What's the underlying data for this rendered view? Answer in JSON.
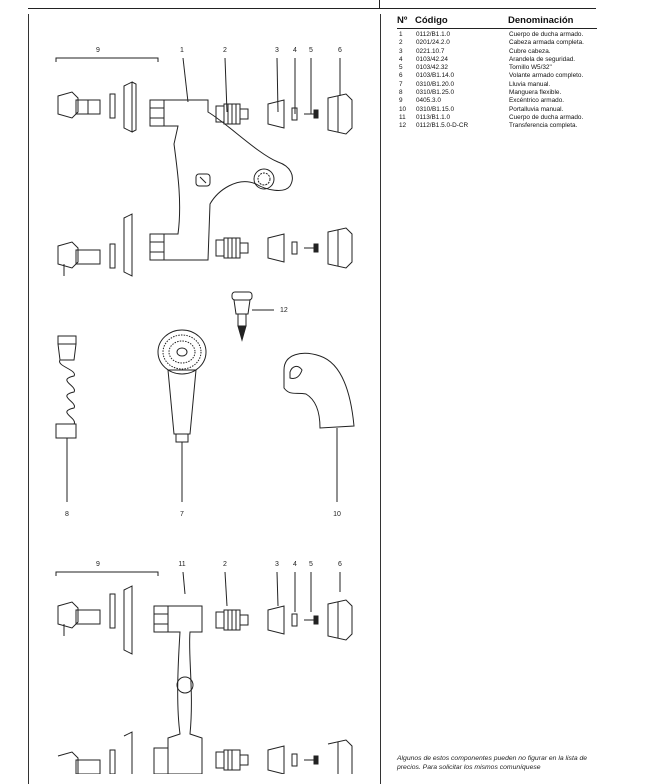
{
  "table": {
    "headers": {
      "num": "Nº",
      "code": "Código",
      "name": "Denominación"
    },
    "rows": [
      {
        "num": "1",
        "code": "0112/B1.1.0",
        "name": "Cuerpo de ducha armado."
      },
      {
        "num": "2",
        "code": "0201/24.2.0",
        "name": "Cabeza armada completa."
      },
      {
        "num": "3",
        "code": "0221.10.7",
        "name": "Cubre cabeza."
      },
      {
        "num": "4",
        "code": "0103/42.24",
        "name": "Arandela de seguridad."
      },
      {
        "num": "5",
        "code": "0103/42.32",
        "name": "Tornillo W5/32\""
      },
      {
        "num": "6",
        "code": "0103/B1.14.0",
        "name": "Volante armado completo."
      },
      {
        "num": "7",
        "code": "0310/B1.20.0",
        "name": "Lluvia manual."
      },
      {
        "num": "8",
        "code": "0310/B1.25.0",
        "name": "Manguera flexible."
      },
      {
        "num": "9",
        "code": "0405.3.0",
        "name": "Excéntrico armado."
      },
      {
        "num": "10",
        "code": "0310/B1.15.0",
        "name": "Portalluvia manual."
      },
      {
        "num": "11",
        "code": "0113/B1.1.0",
        "name": "Cuerpo de ducha armado."
      },
      {
        "num": "12",
        "code": "0112/B1.5.0-D-CR",
        "name": "Transferencia completa."
      }
    ]
  },
  "note": "Algunos de estos componentes pueden no figurar en la lista de precios. Para solicitar los mismos comuníquese",
  "callouts": {
    "top": [
      "9",
      "1",
      "2",
      "3",
      "4",
      "5",
      "6"
    ],
    "middle": [
      "12",
      "8",
      "7",
      "10"
    ],
    "bottom": [
      "9",
      "11",
      "2",
      "3",
      "4",
      "5",
      "6"
    ]
  }
}
